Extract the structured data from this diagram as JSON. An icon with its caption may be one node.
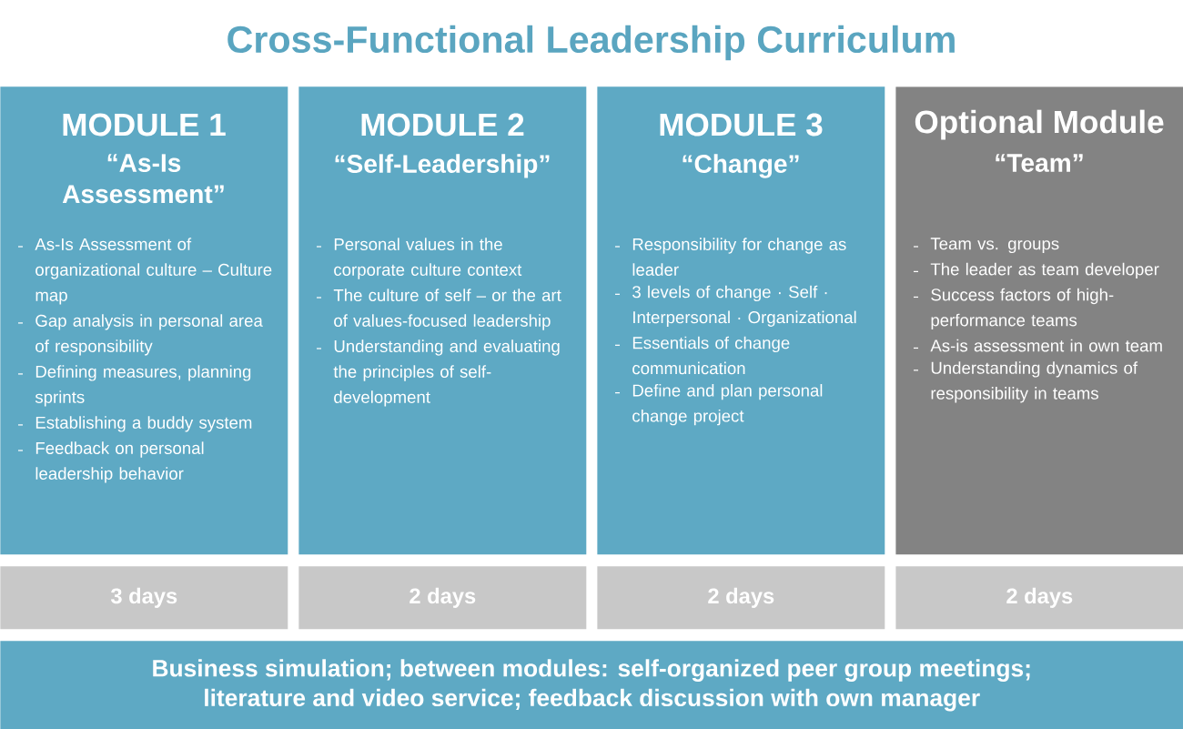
{
  "diagram": {
    "title": "Cross-Functional Leadership Curriculum",
    "nodes": [
      {
        "text": [
          "MODULE 1",
          "“As-Is Assessment”",
          "As-Is Assessment of organizational culture – Culture map",
          "Gap analysis in personal area of responsibility",
          "Defining measures, planning sprints",
          "Establishing a buddy system",
          "Feedback on personal leadership behavior"
        ]
      },
      {
        "text": [
          "MODULE 2",
          "“Self-Leadership”",
          "Personal values in the corporate culture context",
          "The culture of self – or the art of values-focused leadership",
          "Understanding and evaluating the principles of self-development"
        ]
      },
      {
        "text": [
          "MODULE 3",
          "“Change”",
          "Responsibility for change as leader",
          "3 levels of change · Self · Interpersonal · Organizational",
          "Essentials of change communication",
          "Define and plan personal change project"
        ]
      },
      {
        "text": [
          "Optional Module",
          "“Team”",
          "Team vs. groups",
          "The leader as team developer",
          "Success factors of high-performance teams",
          "As-is assessment in own team",
          "Understanding dynamics of responsibility in teams"
        ]
      },
      {
        "text": [
          "3 days"
        ]
      },
      {
        "text": [
          "2 days"
        ]
      },
      {
        "text": [
          "2 days"
        ]
      },
      {
        "text": [
          "2 days"
        ]
      },
      {
        "text": [
          "Business simulation; between modules: self-organized peer group meetings; literature and video service; feedback discussion with own manager"
        ]
      }
    ]
  }
}
